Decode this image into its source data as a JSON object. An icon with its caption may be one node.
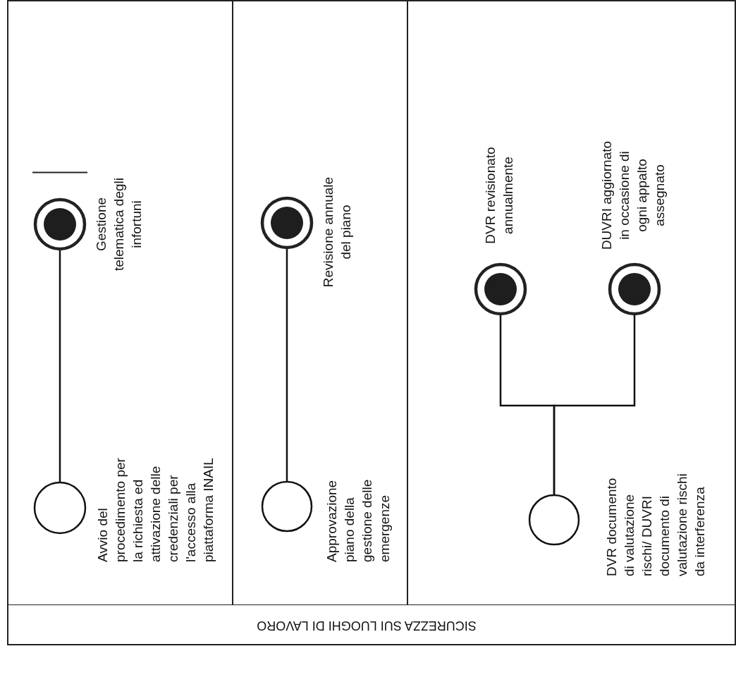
{
  "diagram": {
    "nodes": [
      {
        "text": [
          "SICUREZZA SUI LUOGHI DI LAVORO"
        ]
      },
      {
        "text": [],
        "shape": "box",
        "in": 0
      },
      {
        "text": [],
        "shape": "box",
        "in": 0
      },
      {
        "text": [],
        "shape": "box",
        "in": 0
      },
      {
        "text": [
          "Avvio del procedimento per la richiesta ed attivazione delle credenziali per l'accesso alla piattaforma INAIL"
        ],
        "in": 1
      },
      {
        "text": [
          "Gestione telematica degli infortuni"
        ],
        "in": 1
      },
      {
        "text": [
          "Approvazione piano della gestione delle emergenze"
        ],
        "in": 2
      },
      {
        "text": [
          "Revisione annuale del piano"
        ],
        "in": 2
      },
      {
        "text": [
          "DVR documento di valutazione rischi/ DUVRI documento di valutazione rischi da interferenza"
        ],
        "in": 3
      },
      {
        "text": [
          "DVR revisionato annualmente"
        ],
        "in": 3
      },
      {
        "text": [
          "DUVRI aggiornato in occasione di ogni appalto assegnato"
        ],
        "in": 3
      }
    ],
    "edges": [
      {
        "from": 4,
        "to": 5,
        "arrow": "none"
      },
      {
        "from": 6,
        "to": 7,
        "arrow": "none"
      },
      {
        "from": 8,
        "to": 9,
        "arrow": "none"
      },
      {
        "from": 8,
        "to": 10,
        "arrow": "none"
      }
    ]
  }
}
